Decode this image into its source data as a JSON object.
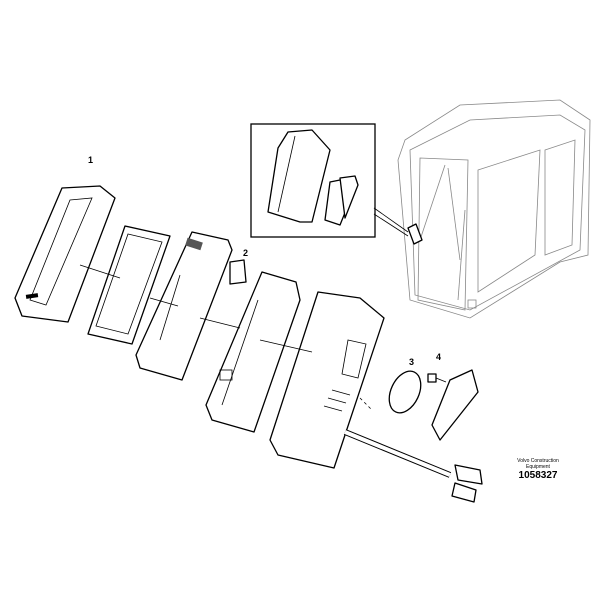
{
  "diagram": {
    "callouts": [
      {
        "number": "1"
      },
      {
        "number": "2"
      },
      {
        "number": "3"
      },
      {
        "number": "4"
      }
    ],
    "publisher": "Volvo Construction Equipment",
    "drawing_number": "1058327"
  }
}
